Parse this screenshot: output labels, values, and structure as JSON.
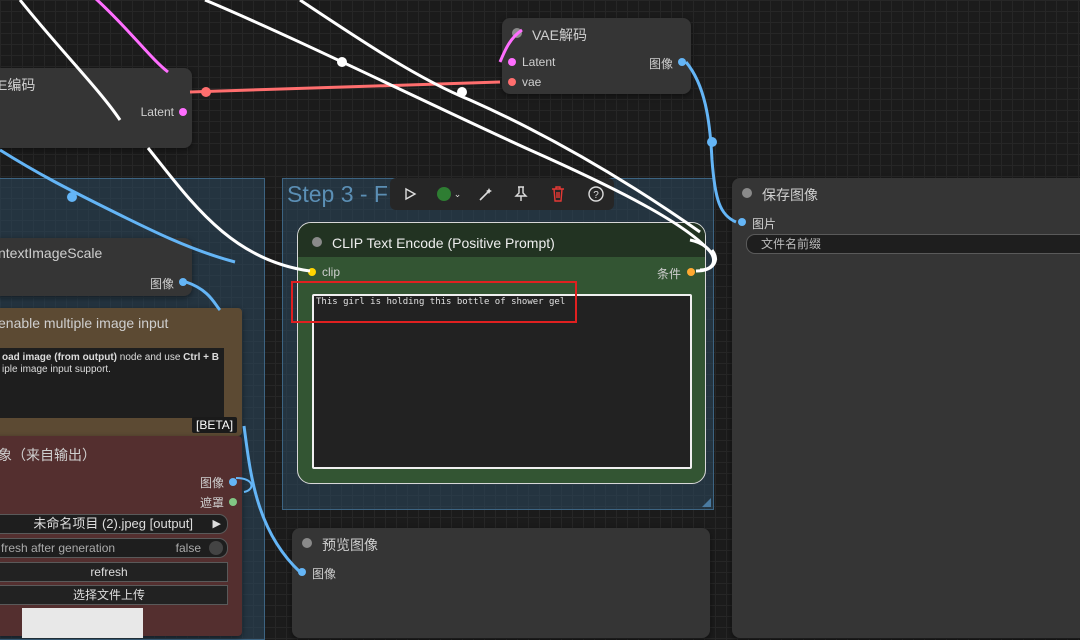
{
  "colors": {
    "latent": "#ff6eff",
    "vae": "#ff6e6e",
    "image": "#64b5f6",
    "clip": "#ffd500",
    "conditioning": "#ffa931",
    "mask": "#81c784"
  },
  "vae_decode": {
    "title": "VAE解码",
    "inputs": [
      "Latent",
      "vae"
    ],
    "output": "图像"
  },
  "vae_encode": {
    "title": "E编码",
    "output": "Latent"
  },
  "image_scale": {
    "title": "ntextImageScale",
    "output": "图像"
  },
  "note": {
    "title": "enable multiple image input",
    "line1_bold": "oad image (from output)",
    "line1_rest": " node and use ",
    "line1_key": "Ctrl + B",
    "line2": "iple image input support."
  },
  "load_output": {
    "title": "象（来自输出）",
    "beta_badge": "[BETA]",
    "outputs": [
      "图像",
      "遮罩"
    ],
    "image_value": "未命名项目 (2).jpeg [output]",
    "refresh_label": "fresh after generation",
    "refresh_value": "false",
    "refresh_button": "refresh",
    "upload_button": "选择文件上传"
  },
  "group": {
    "title": "Step 3 - F"
  },
  "toolbar": {
    "icons": [
      "play-icon",
      "color-icon",
      "wand-icon",
      "pin-icon",
      "trash-icon",
      "help-icon"
    ]
  },
  "clip_node": {
    "title": "CLIP Text Encode (Positive Prompt)",
    "input": "clip",
    "output": "条件",
    "prompt": "This girl is holding this bottle of shower gel"
  },
  "save_image": {
    "title": "保存图像",
    "input": "图片",
    "filename_placeholder": "文件名前缀"
  },
  "preview_image": {
    "title": "预览图像",
    "input": "图像"
  }
}
